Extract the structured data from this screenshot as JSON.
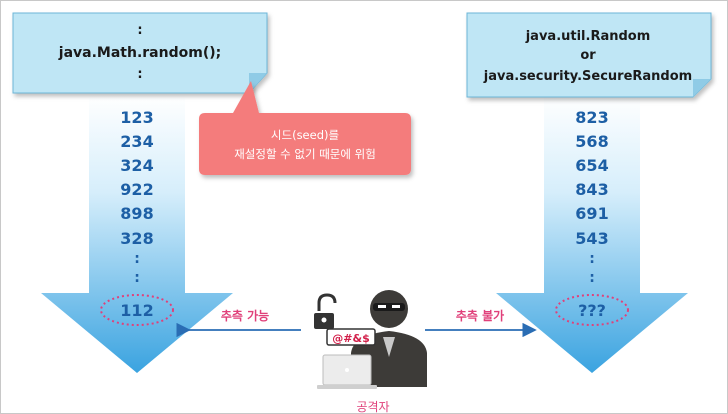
{
  "left": {
    "note_lines": [
      ":",
      "java.Math.random();",
      ":"
    ],
    "numbers": [
      "123",
      "234",
      "324",
      "922",
      "898",
      "328",
      ":",
      ":"
    ],
    "result": "112"
  },
  "right": {
    "note_lines": [
      "java.util.Random",
      "or",
      "java.security.SecureRandom"
    ],
    "numbers": [
      "823",
      "568",
      "654",
      "843",
      "691",
      "543",
      ":",
      ":"
    ],
    "result": "???"
  },
  "warning": {
    "line1": "시드(seed)를",
    "line2": "재설정할 수 없기 때문에 위험"
  },
  "left_arrow_label": "추측 가능",
  "right_arrow_label": "추측 불가",
  "attacker_label": "공격자",
  "cipher_text": "@#&$",
  "icons": {
    "lock": "unlocked-padlock-icon",
    "attacker": "hooded-hacker-icon",
    "laptop": "laptop-icon"
  },
  "colors": {
    "note_fill": "#bfe6f5",
    "arrow_top": "#ffffff",
    "arrow_bottom": "#3aa3e0",
    "warning": "#f47c7c",
    "label": "#e0407a",
    "connector": "#2a6db4"
  }
}
